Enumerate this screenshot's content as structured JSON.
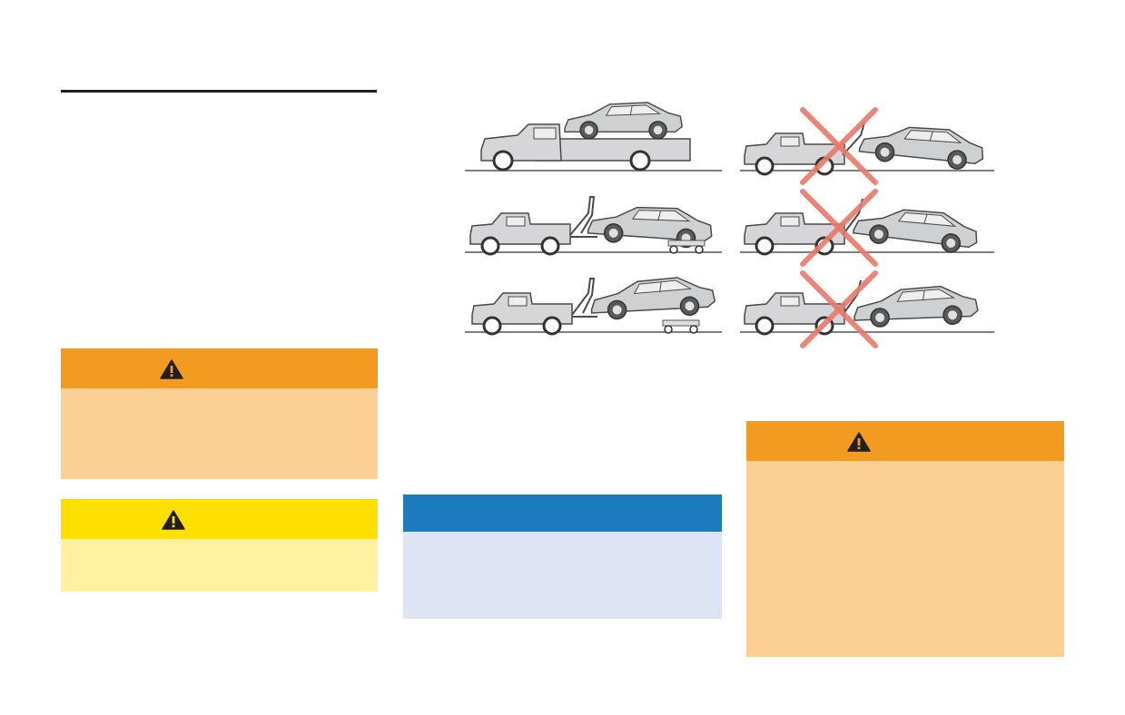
{
  "page": {
    "background": "#ffffff",
    "accent_warning": "#f39a20",
    "accent_caution": "#fde000",
    "accent_note": "#1b7bbd"
  },
  "boxes": {
    "warning_1": {
      "icon": "warning-triangle-icon",
      "header_color": "#f39a20",
      "body_color": "#fccf95"
    },
    "caution_1": {
      "icon": "warning-triangle-icon",
      "header_color": "#fde000",
      "body_color": "#fff1a0"
    },
    "note_1": {
      "header_color": "#1b7bbd",
      "body_color": "#dde4f4"
    },
    "warning_2": {
      "icon": "warning-triangle-icon",
      "header_color": "#f39a20",
      "body_color": "#fccf95"
    }
  },
  "illustration": {
    "rows": 3,
    "approved_methods": [
      "flatbed-truck",
      "wheel-lift-with-rear-dollies",
      "wheel-lift-with-front-dollies"
    ],
    "prohibited_methods": [
      "sling-tow",
      "wheel-lift-rear-wheels-on-ground",
      "wheel-lift-front-wheels-on-ground"
    ],
    "prohibited_mark": "red-cross-icon",
    "cross_color": "#e8796b"
  }
}
